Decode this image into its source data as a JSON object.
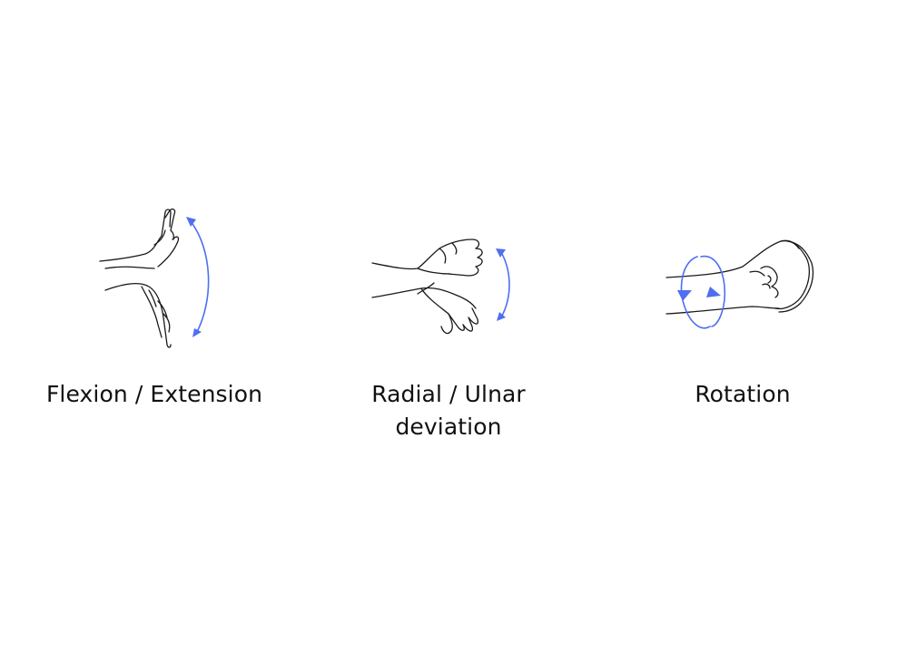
{
  "colors": {
    "arrow": "#4f6ef0",
    "line_art": "#1a1a1a",
    "background": "#ffffff"
  },
  "panels": [
    {
      "id": "flexion",
      "icon": "hand-flexion-extension-icon",
      "lines": [
        "Flexion / Extension"
      ]
    },
    {
      "id": "deviation",
      "icon": "hand-radial-ulnar-deviation-icon",
      "lines": [
        "Radial / Ulnar",
        "deviation"
      ]
    },
    {
      "id": "rotation",
      "icon": "fist-rotation-icon",
      "lines": [
        "Rotation"
      ]
    }
  ]
}
